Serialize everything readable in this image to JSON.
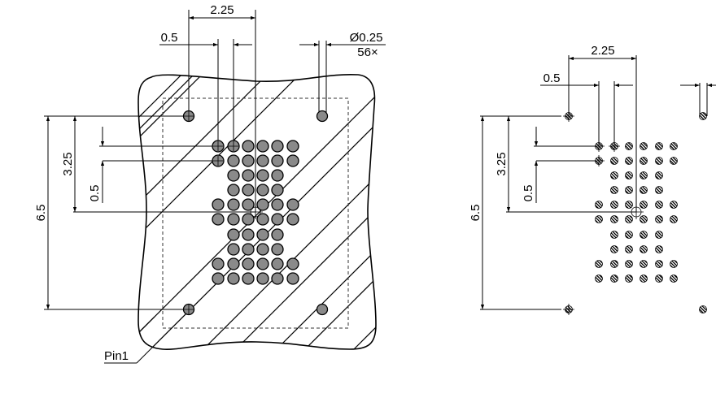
{
  "diagram": {
    "title": "BGA footprint drawing",
    "colors": {
      "line": "#000000",
      "pin_fill": "#8a8a8a",
      "background": "#ffffff"
    },
    "left_view": {
      "name": "package-top-view",
      "labels": {
        "pitch_x_total": "2.25",
        "pitch_x": "0.5",
        "pin_diameter": "Ø0.25",
        "pin_count": "56×",
        "height_total": "6.5",
        "half_height": "3.25",
        "pitch_y": "0.5",
        "pin1": "Pin1"
      }
    },
    "right_view": {
      "name": "pad-layout-view",
      "labels": {
        "pitch_x_total": "2.25",
        "pitch_x": "0.5",
        "height_total": "6.5",
        "half_height": "3.25",
        "pitch_y": "0.5"
      }
    },
    "pin_grid": {
      "rows": 10,
      "row_columns": [
        [
          0,
          1,
          2,
          3,
          4,
          5
        ],
        [
          0,
          1,
          2,
          3,
          4,
          5
        ],
        [
          1,
          2,
          3,
          4
        ],
        [
          1,
          2,
          3,
          4
        ],
        [
          0,
          1,
          2,
          3,
          4,
          5
        ],
        [
          0,
          1,
          2,
          3,
          4,
          5
        ],
        [
          1,
          2,
          3,
          4
        ],
        [
          1,
          2,
          3,
          4
        ],
        [
          0,
          1,
          2,
          3,
          4,
          5
        ],
        [
          0,
          1,
          2,
          3,
          4,
          5
        ]
      ],
      "mounting_holes": 4,
      "total_pins": 56
    }
  }
}
